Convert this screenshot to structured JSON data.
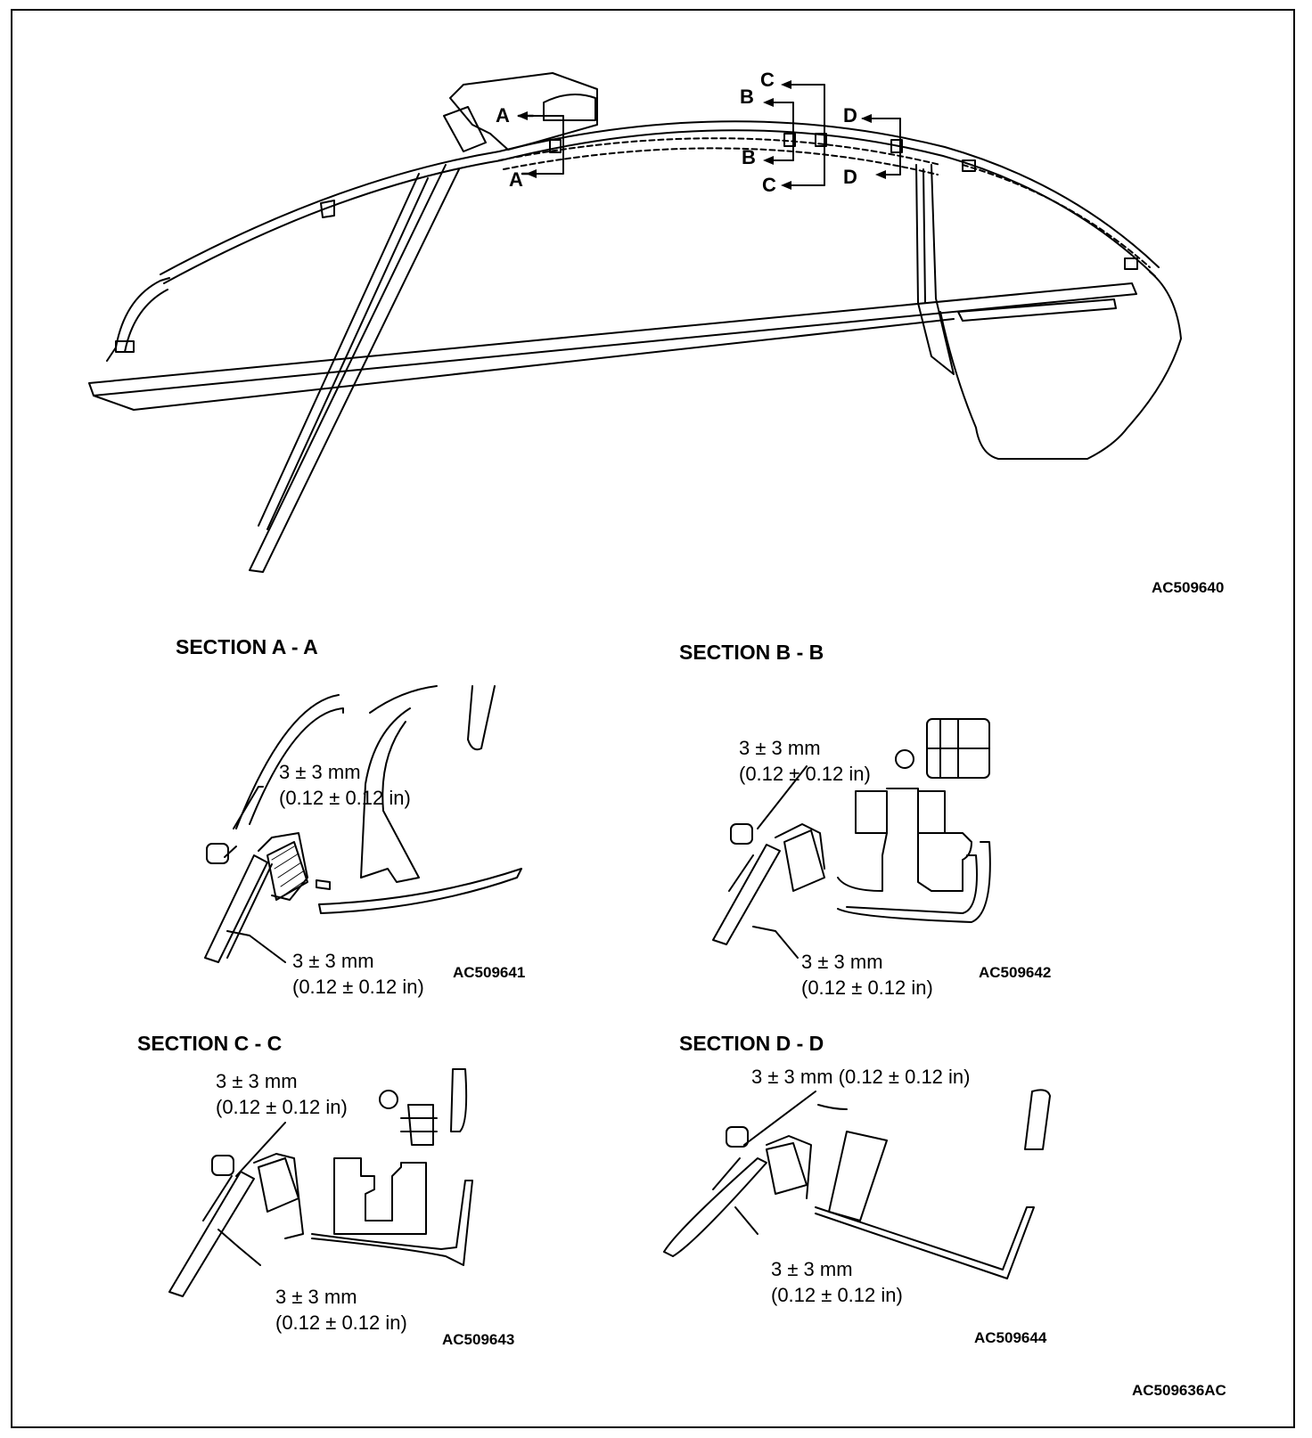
{
  "figure_codes": {
    "main": "AC509640",
    "a": "AC509641",
    "b": "AC509642",
    "c": "AC509643",
    "d": "AC509644",
    "overall": "AC509636AC"
  },
  "section_titles": {
    "a": "SECTION A - A",
    "b": "SECTION B - B",
    "c": "SECTION C - C",
    "d": "SECTION D - D"
  },
  "markers": {
    "a": "A",
    "b": "B",
    "c": "C",
    "d": "D"
  },
  "dimension": {
    "mm": "3 ± 3 mm",
    "in": "(0.12 ± 0.12 in)",
    "combined": "3 ± 3 mm (0.12 ± 0.12 in)"
  }
}
